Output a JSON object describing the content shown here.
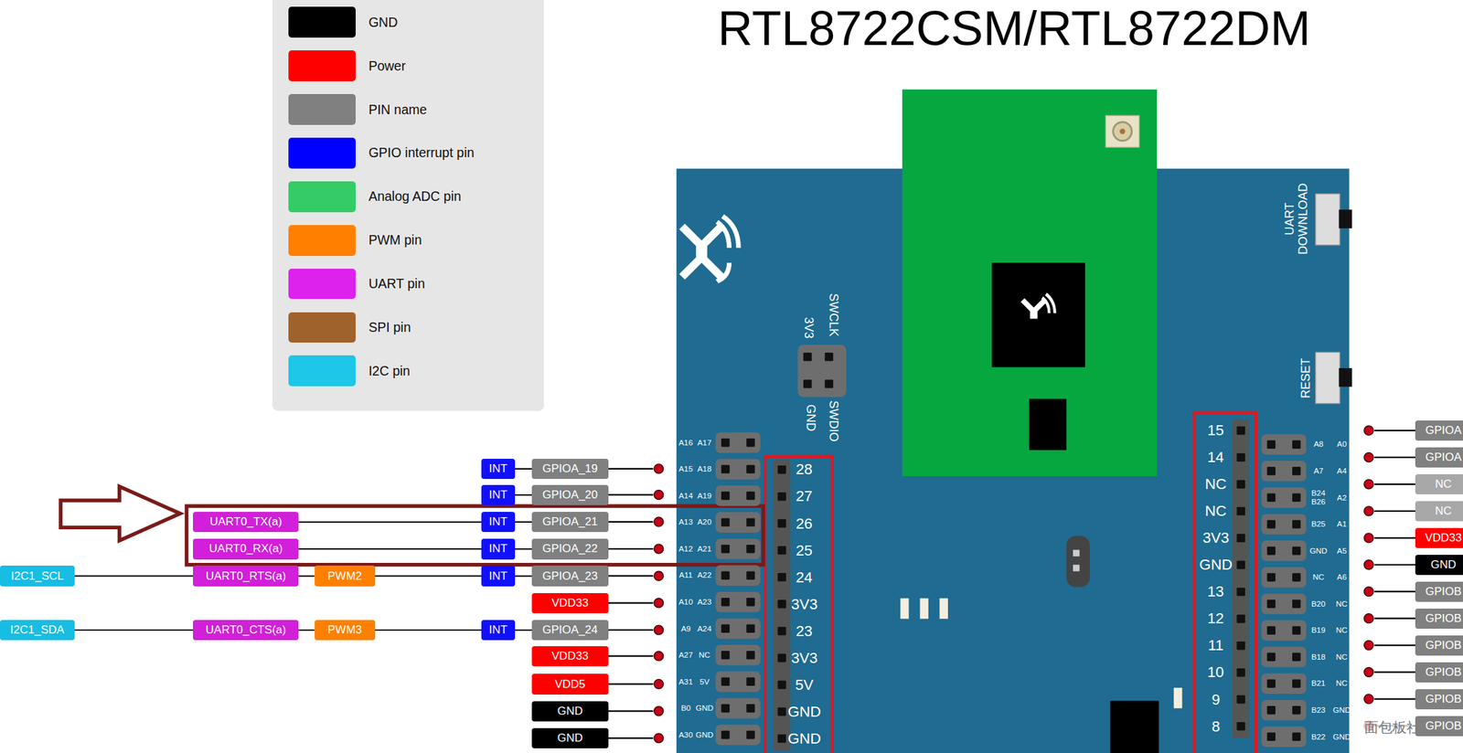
{
  "diagram": {
    "title": "RTL8722CSM/RTL8722DM",
    "nodes": [
      {
        "text": [
          "INT"
        ]
      },
      {
        "text": [
          "GPIOA_19"
        ]
      },
      {
        "text": [
          "INT"
        ]
      },
      {
        "text": [
          "GPIOA_20"
        ]
      },
      {
        "text": [
          "UART0_TX(a)"
        ]
      },
      {
        "text": [
          "INT"
        ]
      },
      {
        "text": [
          "GPIOA_21"
        ]
      },
      {
        "text": [
          "UART0_RX(a)"
        ]
      },
      {
        "text": [
          "INT"
        ]
      },
      {
        "text": [
          "GPIOA_22"
        ]
      },
      {
        "text": [
          "I2C1_SCL"
        ]
      },
      {
        "text": [
          "UART0_RTS(a)"
        ]
      },
      {
        "text": [
          "PWM2"
        ]
      },
      {
        "text": [
          "INT"
        ]
      },
      {
        "text": [
          "GPIOA_23"
        ]
      },
      {
        "text": [
          "VDD33"
        ]
      },
      {
        "text": [
          "I2C1_SDA"
        ]
      },
      {
        "text": [
          "UART0_CTS(a)"
        ]
      },
      {
        "text": [
          "PWM3"
        ]
      },
      {
        "text": [
          "INT"
        ]
      },
      {
        "text": [
          "GPIOA_24"
        ]
      },
      {
        "text": [
          "VDD33"
        ]
      },
      {
        "text": [
          "VDD5"
        ]
      },
      {
        "text": [
          "GND"
        ]
      },
      {
        "text": [
          "GND"
        ]
      },
      {
        "text": [
          "GPIOA"
        ]
      },
      {
        "text": [
          "GPIOA"
        ]
      },
      {
        "text": [
          "NC"
        ]
      },
      {
        "text": [
          "NC"
        ]
      },
      {
        "text": [
          "VDD33"
        ]
      },
      {
        "text": [
          "GND"
        ]
      },
      {
        "text": [
          "GPIOB"
        ]
      },
      {
        "text": [
          "GPIOB"
        ]
      },
      {
        "text": [
          "GPIOB"
        ]
      },
      {
        "text": [
          "GPIOB"
        ]
      },
      {
        "text": [
          "GPIOB"
        ]
      },
      {
        "text": [
          "GPIOB"
        ]
      }
    ],
    "edges": [
      {
        "from": 0,
        "to": 1,
        "arrow": "none"
      },
      {
        "from": 2,
        "to": 3,
        "arrow": "none"
      },
      {
        "from": 4,
        "to": 5,
        "arrow": "none"
      },
      {
        "from": 5,
        "to": 6,
        "arrow": "none"
      },
      {
        "from": 7,
        "to": 8,
        "arrow": "none"
      },
      {
        "from": 8,
        "to": 9,
        "arrow": "none"
      },
      {
        "from": 10,
        "to": 11,
        "arrow": "none"
      },
      {
        "from": 11,
        "to": 12,
        "arrow": "none"
      },
      {
        "from": 12,
        "to": 13,
        "arrow": "none"
      },
      {
        "from": 13,
        "to": 14,
        "arrow": "none"
      },
      {
        "from": 16,
        "to": 17,
        "arrow": "none"
      },
      {
        "from": 17,
        "to": 18,
        "arrow": "none"
      },
      {
        "from": 18,
        "to": 19,
        "arrow": "none"
      },
      {
        "from": 19,
        "to": 20,
        "arrow": "none"
      }
    ],
    "labels": [
      "3V3",
      "SWCLK",
      "GND",
      "SWDIO",
      "UART DOWNLOAD",
      "RESET",
      "28",
      "27",
      "26",
      "25",
      "24",
      "3V3",
      "23",
      "3V3",
      "5V",
      "GND",
      "GND",
      "15",
      "14",
      "NC",
      "NC",
      "3V3",
      "GND",
      "13",
      "12",
      "11",
      "10",
      "9",
      "8",
      "A16",
      "A17",
      "A15",
      "A18",
      "A14",
      "A19",
      "A13",
      "A20",
      "A12",
      "A21",
      "A11",
      "A22",
      "A10",
      "A23",
      "A9",
      "A24",
      "A27",
      "NC",
      "A31",
      "5V",
      "B0",
      "GND",
      "A30",
      "GND",
      "A8",
      "A0",
      "A7",
      "A4",
      "B24 B26",
      "A2",
      "B25",
      "A1",
      "GND",
      "A5",
      "NC",
      "A6",
      "B20",
      "NC",
      "B19",
      "NC",
      "B18",
      "NC",
      "B21",
      "NC",
      "B23",
      "GND",
      "B22",
      "GND",
      "面包板社区"
    ],
    "legend": [
      {
        "text": "GND",
        "color": "#000000"
      },
      {
        "text": "Power",
        "color": "#ff0000"
      },
      {
        "text": "PIN name",
        "color": "#808080"
      },
      {
        "text": "GPIO interrupt pin",
        "color": "#0000ff"
      },
      {
        "text": "Analog ADC pin",
        "color": "#33cc66"
      },
      {
        "text": "PWM pin",
        "color": "#ff8000"
      },
      {
        "text": "UART pin",
        "color": "#dd22ee"
      },
      {
        "text": "SPI pin",
        "color": "#a0622d"
      },
      {
        "text": "I2C pin",
        "color": "#1ec6e8"
      }
    ]
  }
}
